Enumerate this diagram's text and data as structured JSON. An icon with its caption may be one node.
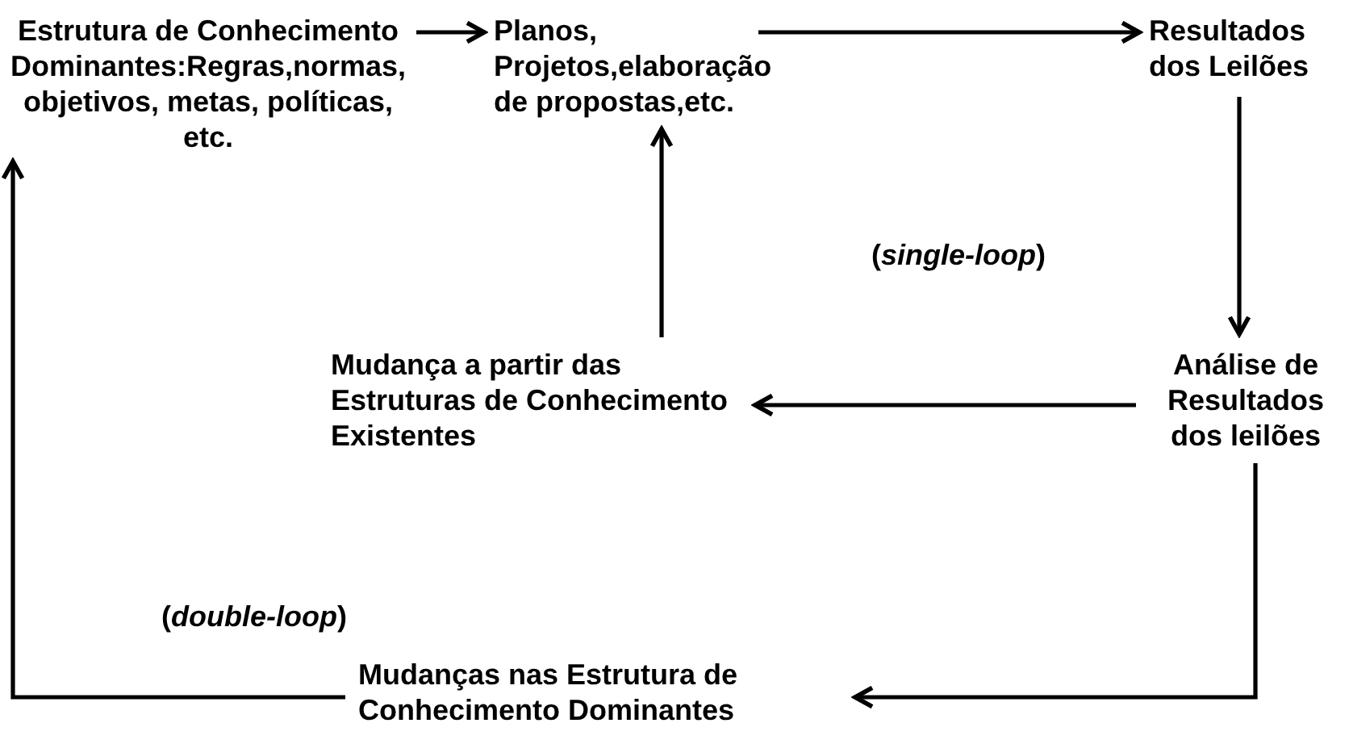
{
  "diagram": {
    "nodes": [
      {
        "text": [
          "Estrutura de Conhecimento Dominantes:Regras,normas, objetivos, metas, políticas, etc."
        ]
      },
      {
        "text": [
          "Planos, Projetos,elaboração de propostas,etc."
        ]
      },
      {
        "text": [
          "Resultados dos Leilões"
        ]
      },
      {
        "text": [
          "Análise de Resultados dos leilões"
        ]
      },
      {
        "text": [
          "Mudança a partir das Estruturas de Conhecimento Existentes"
        ]
      },
      {
        "text": [
          "Mudanças nas Estrutura de Conhecimento Dominantes"
        ]
      }
    ],
    "edges": [
      {
        "from": 0,
        "to": 1,
        "arrow": "to"
      },
      {
        "from": 1,
        "to": 2,
        "arrow": "to"
      },
      {
        "from": 2,
        "to": 3,
        "arrow": "to"
      },
      {
        "from": 3,
        "to": 4,
        "arrow": "to"
      },
      {
        "from": 4,
        "to": 1,
        "arrow": "to"
      },
      {
        "from": 3,
        "to": 5,
        "arrow": "to"
      },
      {
        "from": 5,
        "to": 0,
        "arrow": "to"
      }
    ],
    "labels": [
      "(*single-loop*)",
      "(*double-loop*)"
    ]
  }
}
